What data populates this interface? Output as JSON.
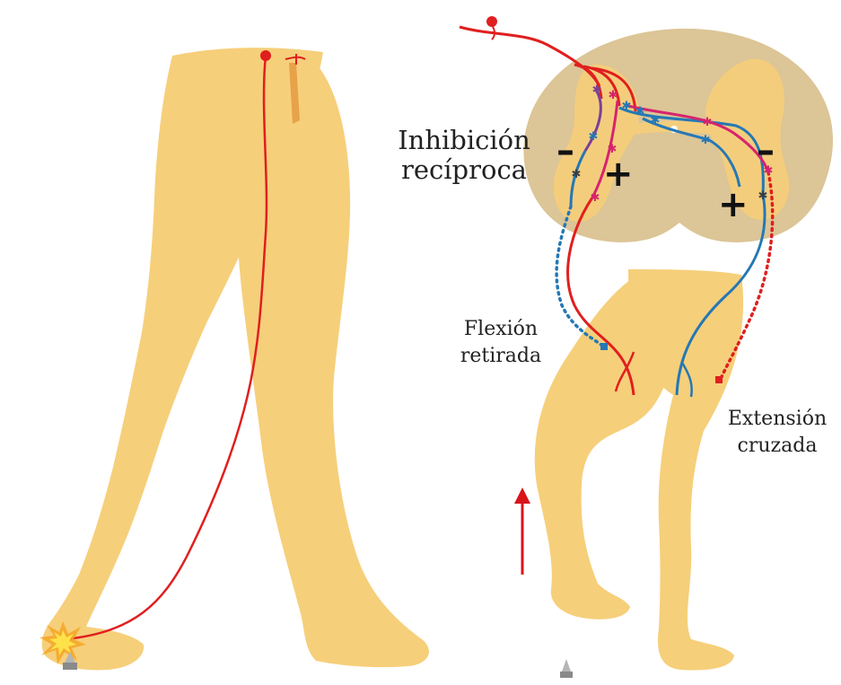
{
  "labels": {
    "reciprocal_inhibition_line1": "Inhibición",
    "reciprocal_inhibition_line2": "recíproca",
    "withdrawal_line1": "Flexión",
    "withdrawal_line2": "retirada",
    "crossed_extension_line1": "Extensión",
    "crossed_extension_line2": "cruzada"
  },
  "signs": {
    "left_minus": "–",
    "left_plus": "+",
    "right_minus": "–",
    "right_plus": "+"
  },
  "colors": {
    "skin": "#f6cf7a",
    "skin_dark": "#efc266",
    "cord_white_matter": "#dcc596",
    "cord_gray_matter": "#f4cd7c",
    "afferent_red": "#e01f1f",
    "interneuron_purple": "#7b3f98",
    "interneuron_magenta": "#d6246e",
    "motor_blue": "#2478b5",
    "synapse_dark": "#333e48",
    "stimulus_yellow": "#ffe24a",
    "arrow_red": "#d9141b"
  },
  "icons": [
    "pin-icon",
    "stimulus-burst-icon",
    "up-arrow-icon"
  ]
}
